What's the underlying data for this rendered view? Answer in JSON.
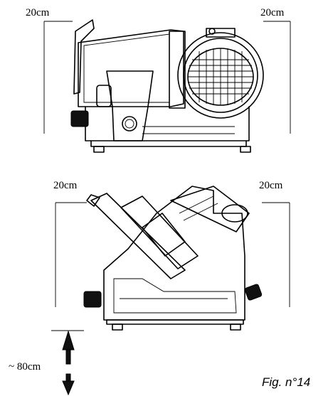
{
  "clearances": {
    "top_left": "20cm",
    "top_right": "20cm",
    "bottom_left": "20cm",
    "bottom_right": "20cm"
  },
  "height_label": "~ 80cm",
  "caption": "Fig. n°14"
}
